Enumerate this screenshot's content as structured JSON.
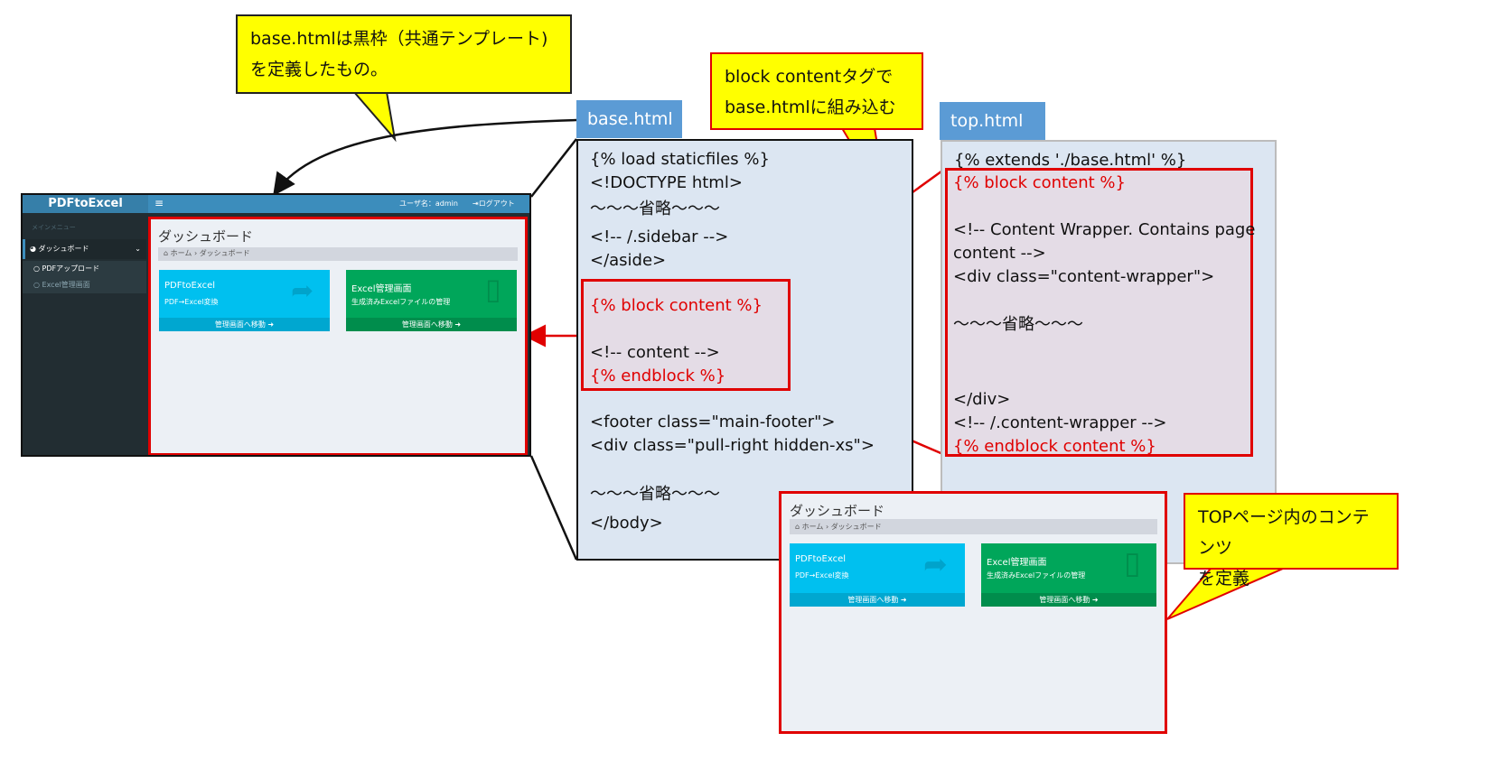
{
  "callouts": {
    "base_desc_line1": "base.htmlは黒枠（共通テンプレート)",
    "base_desc_line2": "を定義したもの。",
    "block_line1": "block contentタグで",
    "block_line2": "base.htmlに組み込む",
    "top_line1": "TOPページ内のコンテンツ",
    "top_line2": "を定義"
  },
  "base_html": {
    "tab": "base.html",
    "l1": "{% load staticfiles %}",
    "l2": "<!DOCTYPE html>",
    "l3": "〜〜〜省略〜〜〜",
    "l4": "<!-- /.sidebar -->",
    "l5": "</aside>",
    "block1": "{% block content %}",
    "block2": "<!-- content -->",
    "block3": "{% endblock %}",
    "l6": "<footer class=\"main-footer\">",
    "l7": "<div class=\"pull-right hidden-xs\">",
    "l8": "〜〜〜省略〜〜〜",
    "l9": "</body>"
  },
  "top_html": {
    "tab": "top.html",
    "l1": "{% extends './base.html' %}",
    "l2": "{% block content %}",
    "l3": "<!-- Content Wrapper. Contains page",
    "l4": "content -->",
    "l5": "<div class=\"content-wrapper\">",
    "l6": "〜〜〜省略〜〜〜",
    "l7": "</div>",
    "l8": "<!-- /.content-wrapper -->",
    "l9": "{% endblock content %}"
  },
  "app": {
    "logo": "PDFtoExcel",
    "hamburger": "≡",
    "user": "ユーザ名：admin",
    "logout": "ログアウト",
    "menu_header": "メインメニュー",
    "dashboard_menu": "ダッシュボード",
    "sub1": "PDFアップロード",
    "sub2": "Excel管理画面",
    "page_title": "ダッシュボード",
    "breadcrumb_home": "ホーム",
    "breadcrumb_sep": "›",
    "breadcrumb_current": "ダッシュボード",
    "tile1_title": "PDFtoExcel",
    "tile1_sub": "PDF→Excel変換",
    "tile2_title": "Excel管理画面",
    "tile2_sub": "生成済みExcelファイルの管理",
    "tile_link": "管理画面へ移動"
  },
  "colors": {
    "callout": "#ffff00",
    "red": "#e00000",
    "tab_blue": "#5b9bd5",
    "panel_blue": "#dce6f2",
    "tile_cyan": "#00c0ef",
    "tile_green": "#00a65a"
  }
}
